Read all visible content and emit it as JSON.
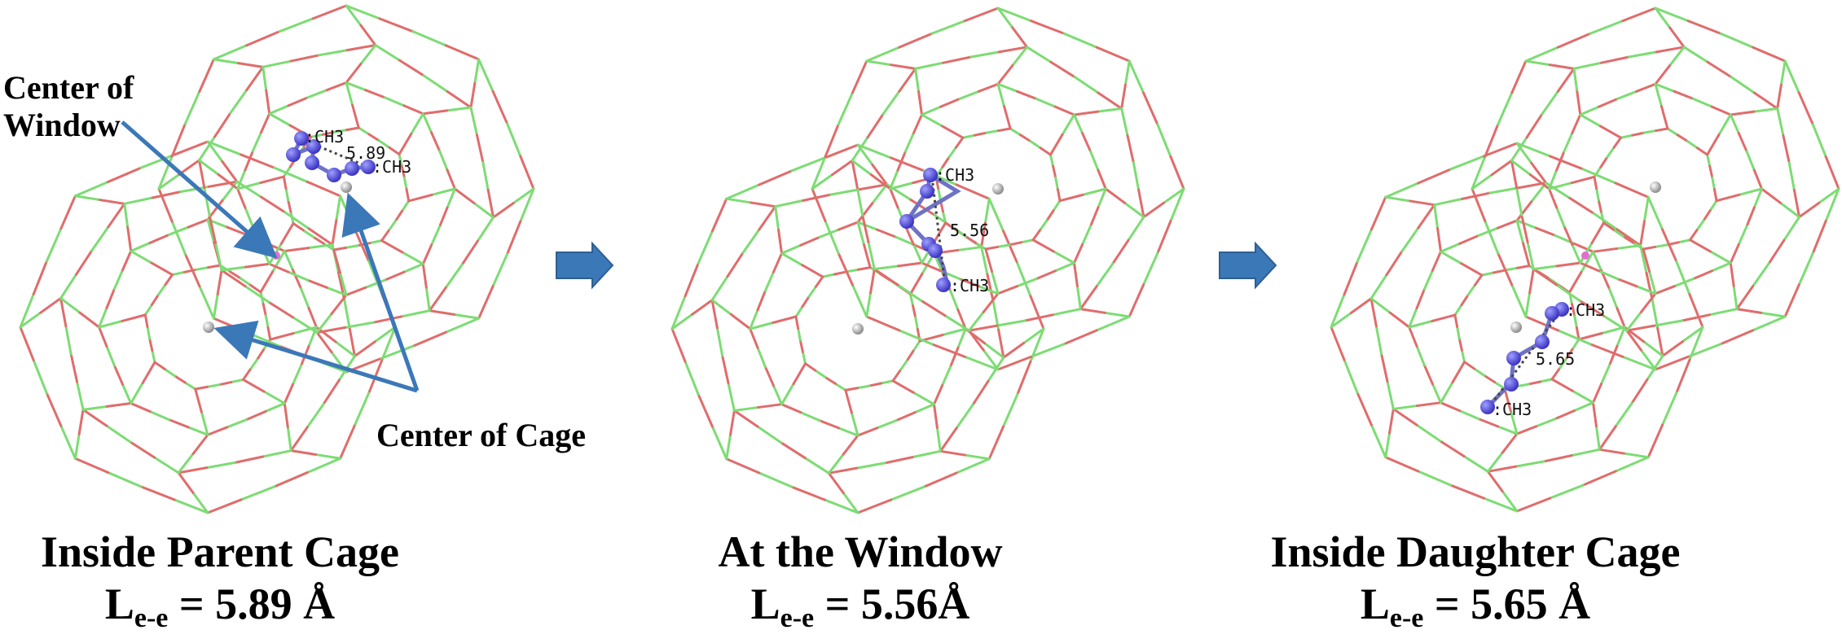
{
  "colors": {
    "framework_green": "#7ddc74",
    "framework_red": "#e06c6c",
    "molecule": "#4c46d8",
    "bond": "#6e72c6",
    "arrow_blue": "#3b78b8",
    "center_gray": "#9a9a9a",
    "window_pink": "#e070d0"
  },
  "annotations": {
    "center_of_window": "Center of\nWindow",
    "center_of_cage": "Center of Cage"
  },
  "panels": [
    {
      "title": "Inside Parent Cage",
      "length_prefix": "L",
      "length_sub": "e-e",
      "length_value": " = 5.89 Å",
      "molecule_labels": [
        ":CH3",
        ":CH3"
      ],
      "distance_label": "5.89"
    },
    {
      "title": "At the Window",
      "length_prefix": "L",
      "length_sub": "e-e",
      "length_value": " = 5.56Å",
      "molecule_labels": [
        ":CH3",
        ":CH3"
      ],
      "distance_label": "5.56"
    },
    {
      "title": "Inside Daughter Cage",
      "length_prefix": "L",
      "length_sub": "e-e",
      "length_value": " = 5.65 Å",
      "molecule_labels": [
        ":CH3",
        ":CH3"
      ],
      "distance_label": "5.65"
    }
  ],
  "flow_arrows": [
    "right-arrow",
    "right-arrow"
  ]
}
